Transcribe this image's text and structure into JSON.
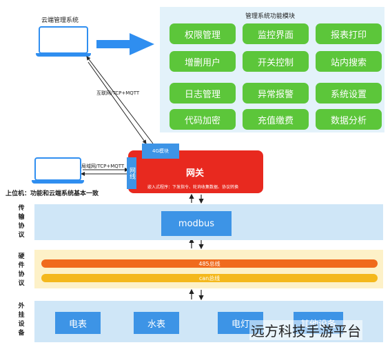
{
  "cloud": {
    "label": "云端管理系统"
  },
  "modules": {
    "title": "管理系统功能模块",
    "items": [
      "权限管理",
      "监控界面",
      "报表打印",
      "增删用户",
      "开关控制",
      "站内搜索",
      "日志管理",
      "异常报警",
      "系统设置",
      "代码加密",
      "充值缴费",
      "数据分析"
    ]
  },
  "links": {
    "internet": "互联网/TCP+MQTT",
    "lan": "局域网/TCP+MQTT"
  },
  "gateway": {
    "title": "网关",
    "module_4g": "4G模块",
    "net_port": "网线",
    "desc": "嵌入式程序：下发指令、轮询收集数据、协议转换"
  },
  "host": {
    "label": "上位机：功能和云端系统基本一致"
  },
  "layers": {
    "transport": {
      "label": "传输协议",
      "modbus": "modbus"
    },
    "hardware": {
      "label": "硬件协议",
      "bus485": "485总线",
      "can": "can总线"
    },
    "devices": {
      "label": "外挂设备",
      "items": [
        "电表",
        "水表",
        "电灯",
        "其他设备"
      ]
    }
  },
  "watermark": "远方科技手游平台",
  "colors": {
    "green": "#5cc63a",
    "blue": "#2f8ef0",
    "red": "#e8291f",
    "orange": "#f06a1c",
    "yellow": "#f4b81c"
  }
}
